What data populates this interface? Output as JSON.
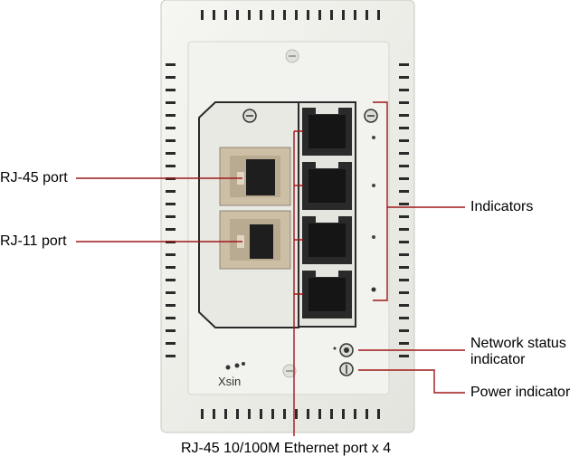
{
  "labels": {
    "rj45_port": "RJ-45 port",
    "rj11_port": "RJ-11 port",
    "indicators": "Indicators",
    "network_status_indicator": "Network status\nindicator",
    "power_indicator": "Power indicator",
    "ethernet_ports": "RJ-45 10/100M Ethernet port x 4"
  },
  "device_marking": "Xsin",
  "colors": {
    "faceplate": "#efefea",
    "callout_line": "#a01818",
    "port_dark": "#1e1e1e",
    "insert_beige": "#cdbfa6"
  }
}
